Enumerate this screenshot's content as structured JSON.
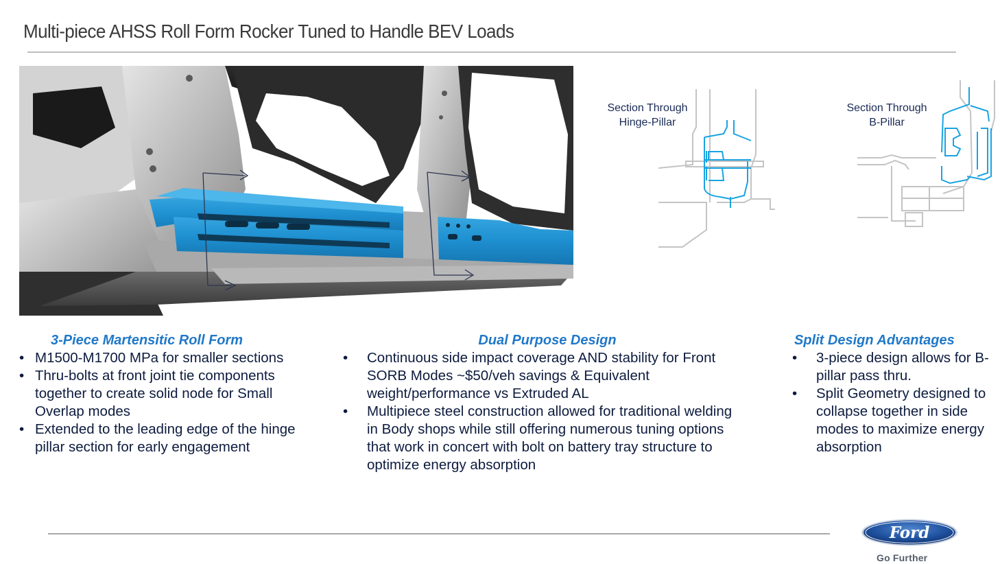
{
  "slide": {
    "title": "Multi-piece AHSS Roll Form Rocker Tuned to Handle BEV Loads"
  },
  "images": {
    "main": {
      "description": "Vehicle body side with multi-piece blue rocker reinforcement highlighted",
      "highlight_color": "#1e8fd0"
    },
    "sections": [
      {
        "label_line1": "Section Through",
        "label_line2": "Hinge-Pillar"
      },
      {
        "label_line1": "Section Through",
        "label_line2": "B-Pillar"
      }
    ]
  },
  "columns": [
    {
      "heading": "3-Piece Martensitic Roll Form",
      "bullet_glyph": "•",
      "bullets": [
        "M1500-M1700 MPa for smaller sections",
        "Thru-bolts at front joint tie components together to create solid node for Small Overlap modes",
        "Extended to the leading edge of the hinge pillar section for early engagement"
      ]
    },
    {
      "heading": "Dual Purpose Design",
      "bullet_glyph": "•",
      "bullets": [
        "Continuous side impact coverage AND stability for Front SORB Modes ~$50/veh savings & Equivalent weight/performance vs Extruded AL",
        "Multipiece steel construction allowed for traditional welding in Body shops while still offering numerous tuning options that work in concert with bolt on battery tray structure to optimize energy absorption"
      ]
    },
    {
      "heading": "Split Design Advantages",
      "bullet_glyph": "•",
      "bullets": [
        "3-piece design allows for B-pillar pass thru.",
        "Split Geometry designed to collapse together in side modes to maximize energy absorption"
      ]
    }
  ],
  "footer": {
    "logo_text": "Ford",
    "tagline": "Go Further"
  },
  "colors": {
    "heading_blue": "#1f78c8",
    "body_text": "#0d1b3e",
    "part_blue": "#1e8fd0",
    "logo_blue": "#1d4f9c"
  }
}
